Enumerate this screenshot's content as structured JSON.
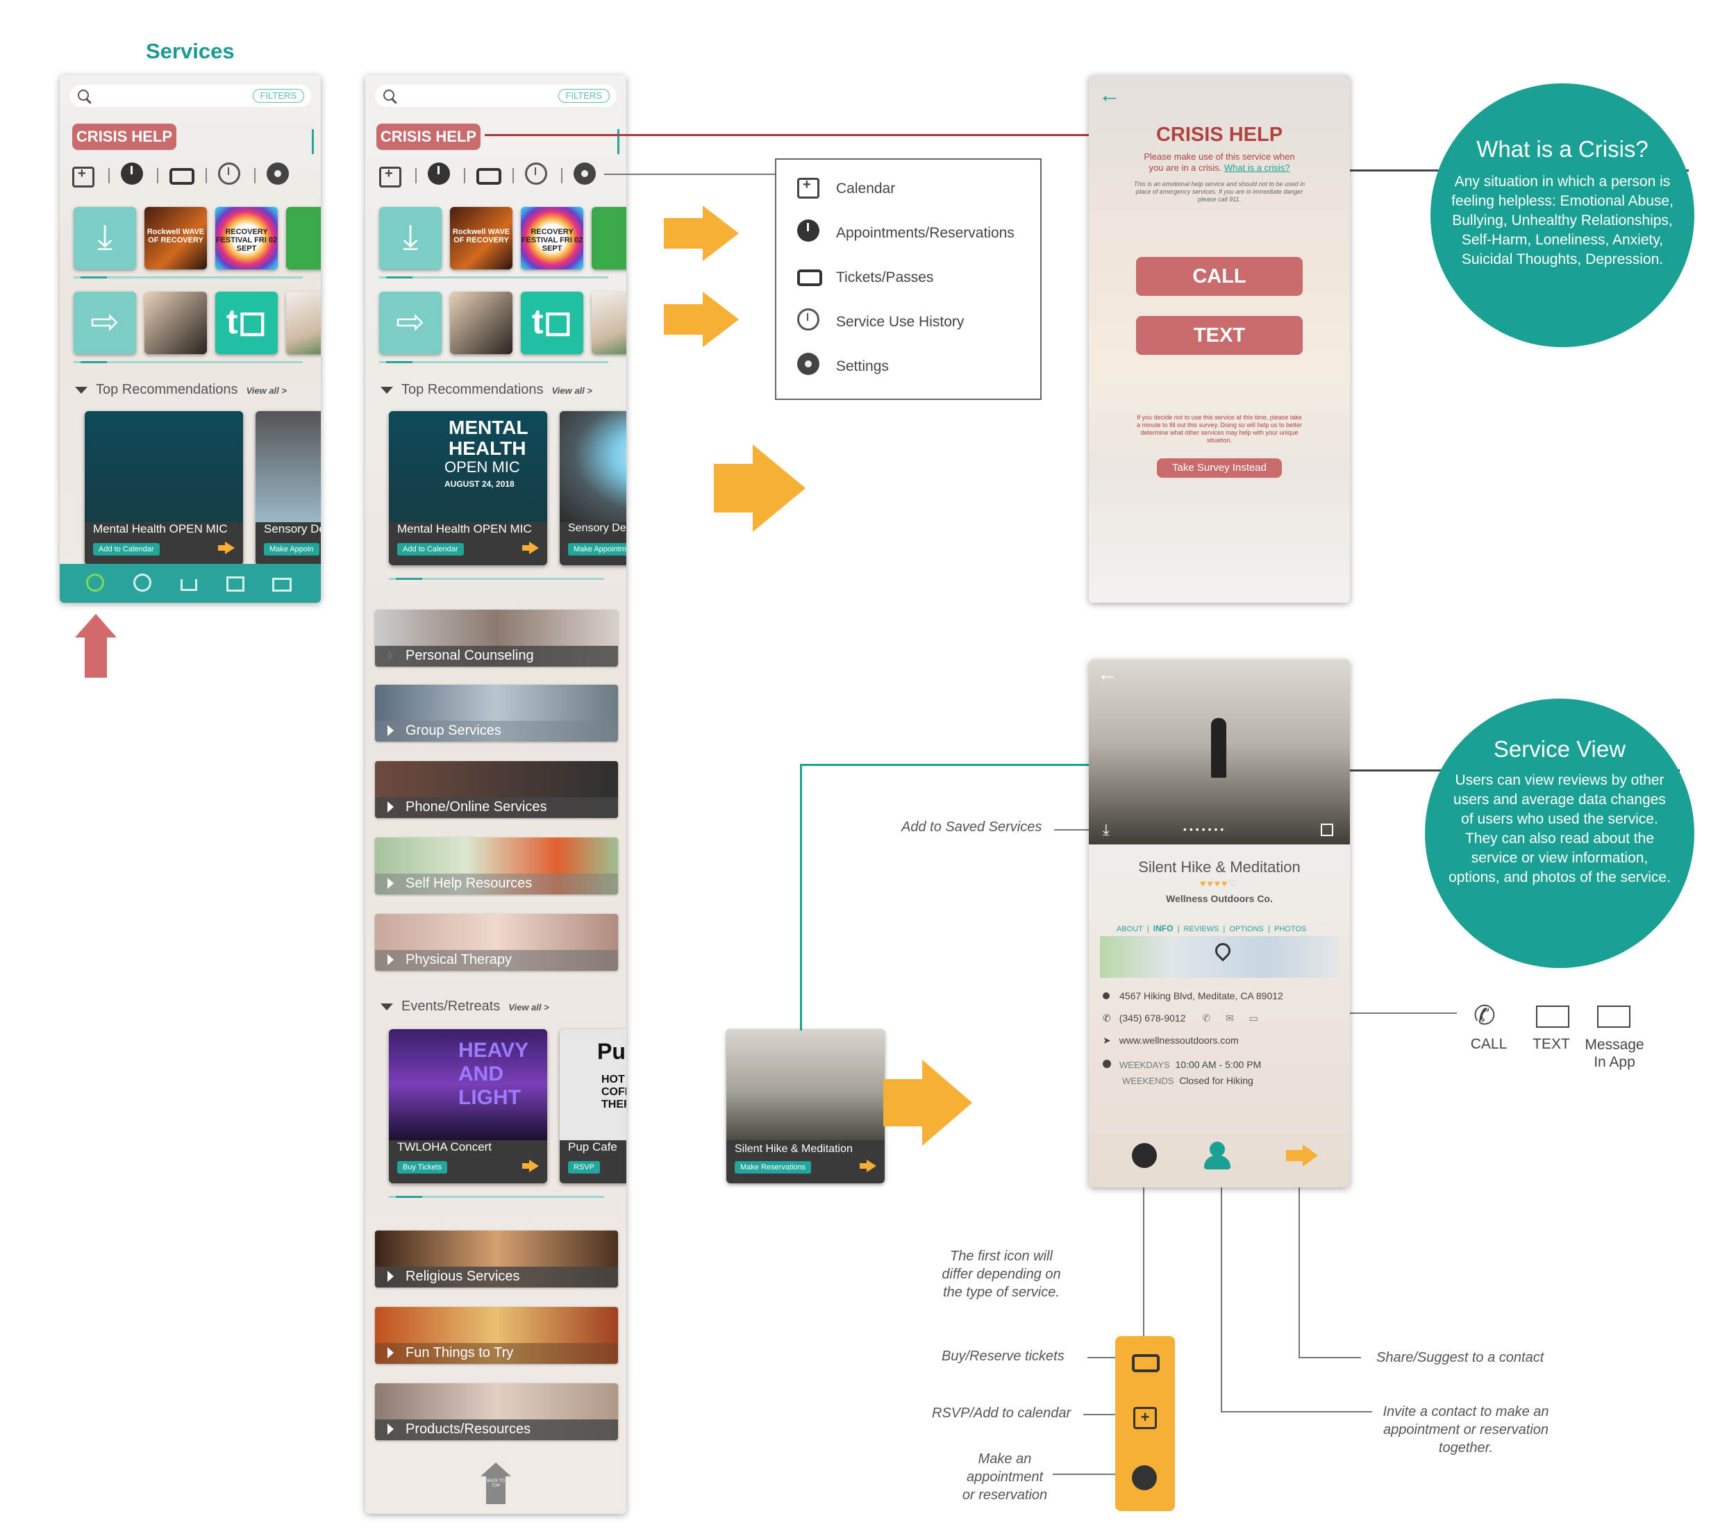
{
  "page_title": "Services",
  "search": {
    "filters_label": "FILTERS"
  },
  "crisis_button": "CRISIS HELP",
  "tiles": {
    "recovery_event": "Rockwell WAVE OF RECOVERY",
    "festival": "RECOVERY FESTIVAL FRI 02 SEPT"
  },
  "top_recommendations": {
    "heading": "Top Recommendations",
    "view_all": "View all >",
    "cards": [
      {
        "title": "Mental Health OPEN MIC",
        "action": "Add to Calendar",
        "poster_line1": "MENTAL",
        "poster_line2": "HEALTH",
        "poster_line3": "OPEN MIC",
        "poster_date": "AUGUST 24, 2018"
      },
      {
        "title": "Sensory Deprivation Therapy",
        "action": "Make Appointment Now"
      }
    ]
  },
  "small_phone_cards": [
    {
      "title": "Mental Health OPEN MIC",
      "action": "Add to Calendar"
    },
    {
      "title": "Sensory De",
      "action": "Make Appoin"
    }
  ],
  "categories": [
    "Personal Counseling",
    "Group Services",
    "Phone/Online Services",
    "Self Help Resources",
    "Physical Therapy",
    "Religious Services",
    "Fun Things to Try",
    "Products/Resources"
  ],
  "events": {
    "heading": "Events/Retreats",
    "view_all": "View all >",
    "cards": [
      {
        "title": "TWLOHA Concert",
        "action": "Buy Tickets",
        "poster": "HEAVY AND LIGHT"
      },
      {
        "title": "Pup Cafe",
        "action": "RSVP",
        "poster": "Pup Cafe",
        "poster_sub": "HOT CHOCOLATE, COFFEE, TEA & THERAPY DOGS"
      },
      {
        "title": "Silent Hike & Meditation",
        "action": "Make Reservations"
      }
    ]
  },
  "back_to_top": "BACK TO TOP",
  "menu": [
    {
      "label": "Calendar",
      "icon": "calendar-icon"
    },
    {
      "label": "Appointments/Reservations",
      "icon": "clock-icon"
    },
    {
      "label": "Tickets/Passes",
      "icon": "ticket-icon"
    },
    {
      "label": "Service Use History",
      "icon": "history-icon"
    },
    {
      "label": "Settings",
      "icon": "gear-icon"
    }
  ],
  "crisis_screen": {
    "title": "CRISIS HELP",
    "intro_1": "Please make use of this service when",
    "intro_2": "you are in a crisis.",
    "intro_link": "What is a crisis?",
    "disclaimer": "This is an emotional help service and should not to be used in place of emergency services. If you are in immediate danger please call 911.",
    "call": "CALL",
    "text": "TEXT",
    "survey_note": "If you decide not to use this service at this time, please take a minute to fill out this survey. Doing so will help us to better determine what other services may help with your unique situation.",
    "survey_button": "Take Survey Instead"
  },
  "crisis_bubble": {
    "title": "What is a Crisis?",
    "body": "Any situation in which a person is feeling helpless: Emotional Abuse, Bullying, Unhealthy Relationships, Self-Harm, Loneliness, Anxiety, Suicidal Thoughts, Depression."
  },
  "service_view": {
    "name": "Silent Hike & Meditation",
    "provider": "Wellness Outdoors Co.",
    "tabs": [
      "ABOUT",
      "INFO",
      "REVIEWS",
      "OPTIONS",
      "PHOTOS"
    ],
    "active_tab": "INFO",
    "rating": 4,
    "address": "4567 Hiking Blvd, Meditate, CA 89012",
    "phone": "(345) 678-9012",
    "website": "www.wellnessoutdoors.com",
    "hours_weekdays_label": "WEEKDAYS",
    "hours_weekdays": "10:00 AM - 5:00 PM",
    "hours_weekends_label": "WEEKENDS",
    "hours_weekends": "Closed for Hiking",
    "contact_call": "CALL",
    "contact_text": "TEXT",
    "contact_message_1": "Message",
    "contact_message_2": "In App"
  },
  "service_bubble": {
    "title": "Service View",
    "body": "Users can view reviews by other users and average data changes of users who used the service. They can also read about the service or view information, options, and photos of the service."
  },
  "annotations": {
    "add_saved": "Add to Saved Services",
    "first_icon_1": "The first icon will",
    "first_icon_2": "differ depending on",
    "first_icon_3": "the type of service.",
    "buy_reserve": "Buy/Reserve tickets",
    "rsvp": "RSVP/Add to calendar",
    "make_appt_1": "Make an",
    "make_appt_2": "appointment",
    "make_appt_3": "or reservation",
    "share": "Share/Suggest to a contact",
    "invite_1": "Invite a contact to make an",
    "invite_2": "appointment or reservation",
    "invite_3": "together."
  },
  "colors": {
    "teal": "#1aa194",
    "crisis_red": "#c96a6c",
    "accent_yellow": "#f7b035",
    "connector_red": "#a83b35"
  }
}
